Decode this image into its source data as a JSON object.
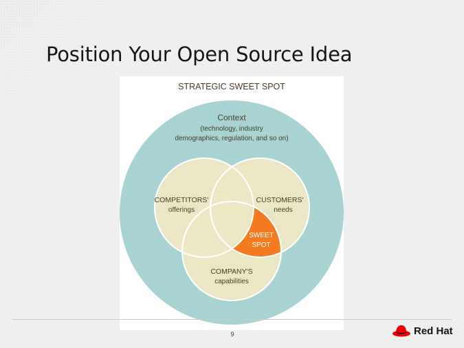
{
  "slide": {
    "title": "Position Your Open Source Idea",
    "page_number": "9",
    "brand": {
      "name": "Red Hat",
      "logo_icon": "red-hat-fedora-icon",
      "color": "#ee0000"
    }
  },
  "diagram": {
    "title": "STRATEGIC SWEET SPOT",
    "context": {
      "label": "Context",
      "sub_line1": "(technology, industry",
      "sub_line2": "demographics, regulation, and so on)",
      "color": "#a8d3d3"
    },
    "circles": [
      {
        "id": "competitors",
        "title": "COMPETITORS'",
        "subtitle": "offerings"
      },
      {
        "id": "customers",
        "title": "CUSTOMERS'",
        "subtitle": "needs"
      },
      {
        "id": "company",
        "title": "COMPANY'S",
        "subtitle": "capabilities"
      }
    ],
    "sweet_spot": {
      "line1": "SWEET",
      "line2": "SPOT",
      "color": "#f47b20"
    },
    "colors": {
      "circle_fill": "#ebe6c4",
      "circle_stroke": "#ffffff",
      "text": "#4a3b25"
    }
  }
}
